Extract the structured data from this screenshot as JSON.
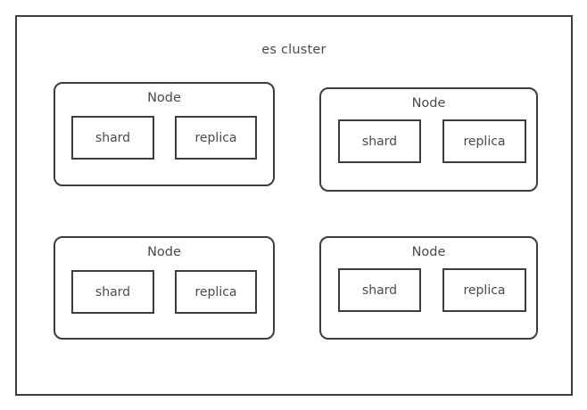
{
  "diagram": {
    "type": "block-diagram",
    "background_color": "#ffffff",
    "border_color": "#3d3d3d",
    "text_color": "#4a4a4a",
    "cluster": {
      "title": "es cluster",
      "nodes": [
        {
          "id": "node-top-left",
          "title": "Node",
          "units": [
            {
              "id": "shard",
              "label": "shard"
            },
            {
              "id": "replica",
              "label": "replica"
            }
          ]
        },
        {
          "id": "node-top-right",
          "title": "Node",
          "units": [
            {
              "id": "shard",
              "label": "shard"
            },
            {
              "id": "replica",
              "label": "replica"
            }
          ]
        },
        {
          "id": "node-bottom-left",
          "title": "Node",
          "units": [
            {
              "id": "shard",
              "label": "shard"
            },
            {
              "id": "replica",
              "label": "replica"
            }
          ]
        },
        {
          "id": "node-bottom-right",
          "title": "Node",
          "units": [
            {
              "id": "shard",
              "label": "shard"
            },
            {
              "id": "replica",
              "label": "replica"
            }
          ]
        }
      ]
    }
  }
}
